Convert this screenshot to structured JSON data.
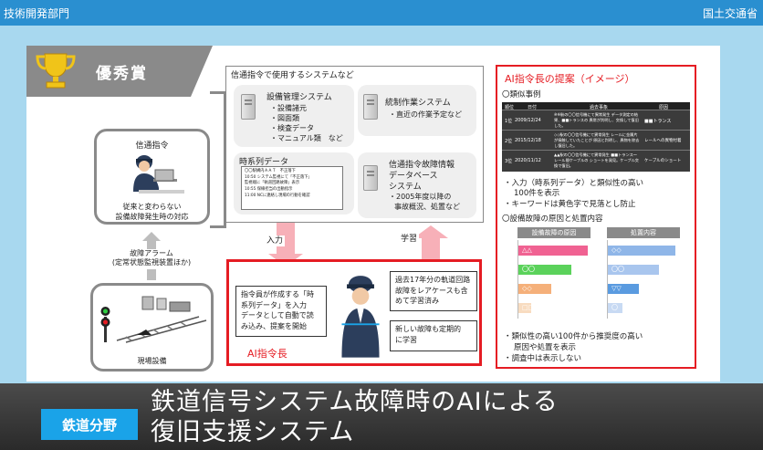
{
  "header": {
    "left": "技術開発部門",
    "right": "国土交通省"
  },
  "award": {
    "label": "優秀賞"
  },
  "dispatcher": {
    "title": "信通指令",
    "caption1": "従来と変わらない",
    "caption2": "設備故障発生時の対応"
  },
  "alarm": {
    "line1": "故障アラーム",
    "line2": "(定常状態監視装置ほか)"
  },
  "field": {
    "title": "現場設備"
  },
  "systems": {
    "header": "信通指令で使用するシステムなど",
    "equipment": {
      "title": "設備管理システム",
      "items": [
        "・設備諸元",
        "・図面類",
        "・検査データ",
        "・マニュアル類　など"
      ]
    },
    "stats": {
      "title": "統制作業システム",
      "item": "・直近の作業予定など"
    },
    "timeseries": {
      "title": "時系列データ",
      "lines": [
        "〇〇駅構内ＡＡＴ　不正落下",
        "10:50 システム監視にて「不正落下」",
        "監視端に「軌道回路故障」表示",
        "10:55 保線担当の出動指示",
        "11:00 NCに連絡し現場の行動を確認"
      ]
    },
    "fault": {
      "title1": "信通指令故障情報",
      "title2": "データベース",
      "title3": "システム",
      "item1": "・2005年度以降の",
      "item2": "事故概況、処置など"
    }
  },
  "arrows": {
    "input": "入力",
    "learn": "学習"
  },
  "ai": {
    "label": "AI指令長",
    "left_text": [
      "指令員が作成する「時",
      "系列データ」を入力",
      "データとして自動で読",
      "み込み、提案を開始"
    ],
    "right_top": [
      "過去17年分の軌道回路",
      "故障をレアケースも含",
      "めて学習済み"
    ],
    "right_bottom": [
      "新しい故障も定期的",
      "に学習"
    ]
  },
  "proposal": {
    "title": "AI指令長の提案（イメージ）",
    "similar_title": "〇類似事例",
    "table": {
      "headers": [
        "順位",
        "日付",
        "過去事象",
        "原因"
      ],
      "rows": [
        {
          "rank": "1位",
          "date": "2009/12/24",
          "event": "※※駅の〇〇信号機にて異常発生 データ測定の結果、■■トランスの 異常が判明し、交換して復旧した。",
          "cause": "■■トランス"
        },
        {
          "rank": "2位",
          "date": "2015/12/18",
          "event": "◇◇駅の〇〇信号機にて異常発生 レールに金属片が接触していたことが 原因と判明し、異物を除去し復旧した。",
          "cause": "レールへの異物付着"
        },
        {
          "rank": "3位",
          "date": "2020/11/12",
          "event": "▲▲駅の〇〇信号機にて異常発生 ■■トランス～レール間ケーブルの ショートを発見。ケーブル交換で復旧。",
          "cause": "ケーブルのショート"
        }
      ]
    },
    "note1a": "・入力（時系列データ）と類似性の高い",
    "note1b": "100件を表示",
    "note2": "・キーワードは黄色字で見落とし防止",
    "cause_title": "〇設備故障の原因と処置内容",
    "cause_header": "設備故障の原因",
    "action_header": "処置内容",
    "causes": [
      "△△",
      "〇〇",
      "◇◇",
      "□□"
    ],
    "cause_values": [
      0.95,
      0.72,
      0.45,
      0.18
    ],
    "actions": [
      "◇◇",
      "〇〇",
      "▽▽",
      "〇〇"
    ],
    "action_values": [
      0.92,
      0.7,
      0.42,
      0.2
    ],
    "note3a": "・類似性の高い100件から推奨度の高い",
    "note3b": "原因や処置を表示",
    "note4": "・調査中は表示しない"
  },
  "bottom": {
    "badge": "鉄道分野",
    "title1": "鉄道信号システム故障時のAIによる",
    "title2": "復旧支援システム"
  },
  "colors": {
    "header": "#2a8fd0",
    "accent_red": "#e51c23",
    "badge": "#1aa3e8",
    "bar_dark": "#8a8a8a",
    "table_dark": "#3b3b3b"
  }
}
